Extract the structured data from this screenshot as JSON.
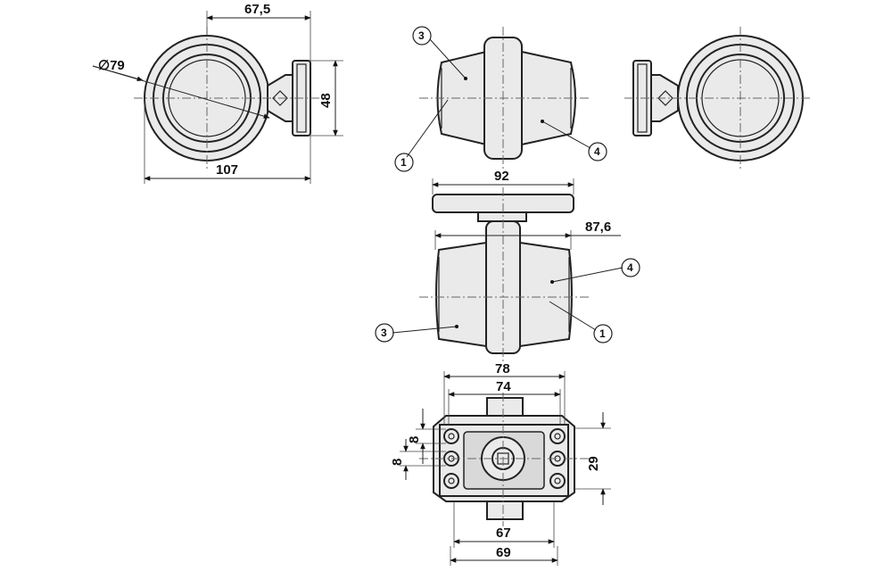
{
  "dimensions": {
    "side_top_width": "67,5",
    "side_lens_diameter": "∅79",
    "side_bracket_height": "48",
    "side_overall_width": "107",
    "front_base_width": "92",
    "front_body_width": "87,6",
    "base_outer_width": "78",
    "base_inner_width": "74",
    "base_hole_spacing_a": "8",
    "base_hole_spacing_b": "8",
    "base_height": "29",
    "base_bottom_inner": "67",
    "base_bottom_outer": "69"
  },
  "callouts": {
    "top_lens": "1",
    "top_body_left": "3",
    "top_body_right": "4",
    "front_right_upper": "4",
    "front_right_lower": "1",
    "front_left_lower": "3"
  },
  "colors": {
    "line": "#222222",
    "fill": "#eaeaea",
    "background": "#ffffff"
  }
}
